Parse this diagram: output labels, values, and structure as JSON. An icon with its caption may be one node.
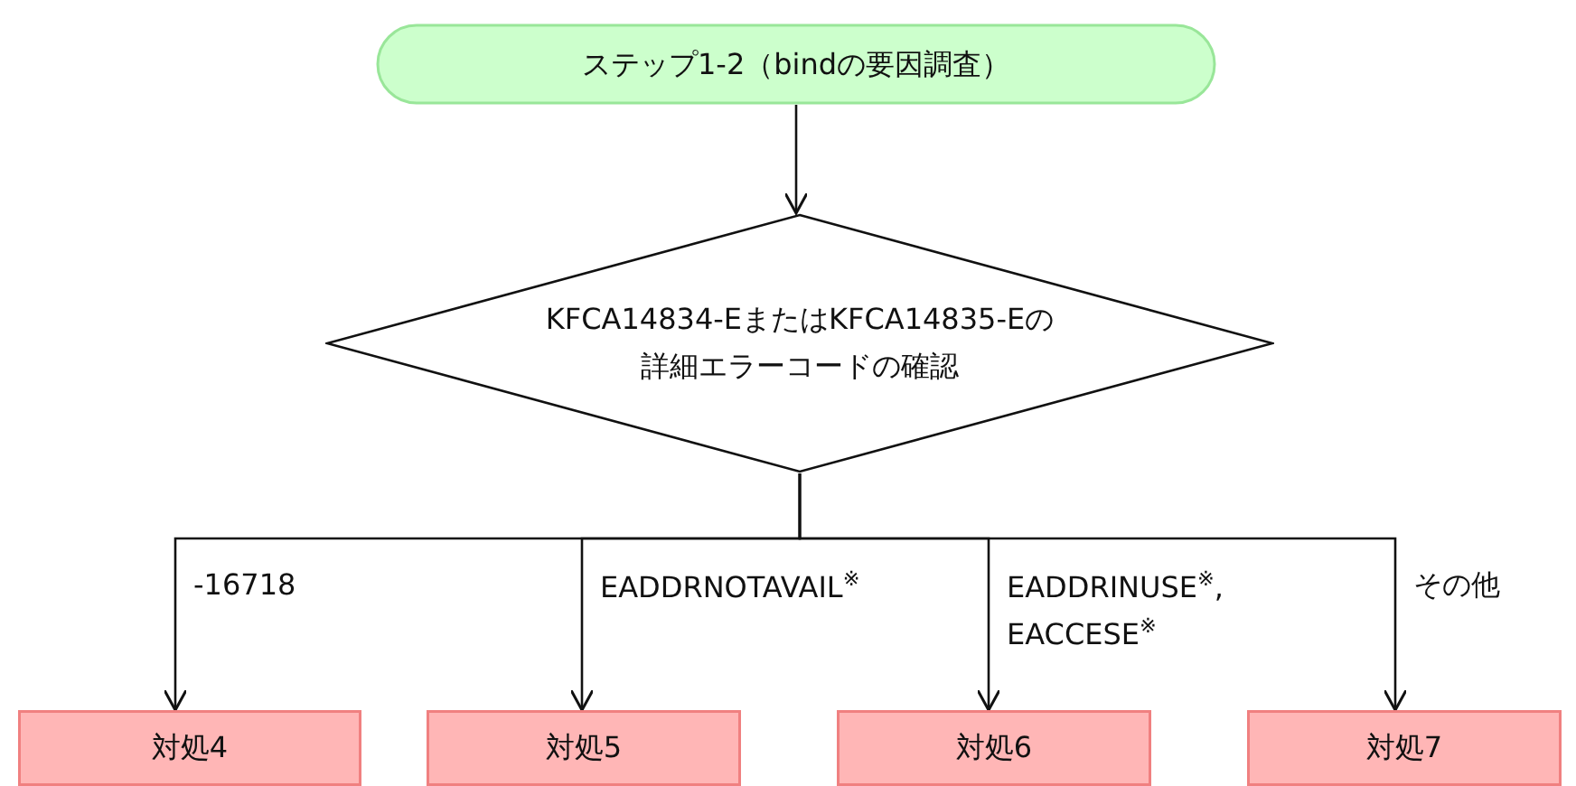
{
  "diagram": {
    "nodes": [
      {
        "text": [
          "ステップ1-2（bindの要因調査）"
        ]
      },
      {
        "text": [
          "KFCA14834-EまたはKFCA14835-Eの詳細エラーコードの確認"
        ]
      },
      {
        "text": [
          "対処4"
        ]
      },
      {
        "text": [
          "対処5"
        ]
      },
      {
        "text": [
          "対処6"
        ]
      },
      {
        "text": [
          "対処7"
        ]
      }
    ],
    "edges": [
      {
        "from": 0,
        "to": 1,
        "arrow": "to"
      },
      {
        "from": 1,
        "to": 2,
        "arrow": "to",
        "label": "-16718"
      },
      {
        "from": 1,
        "to": 3,
        "arrow": "to",
        "label": "EADDRNOTAVAIL$^{※}$"
      },
      {
        "from": 1,
        "to": 4,
        "arrow": "to",
        "label": "EADDRINUSE$^{※}$, EACCESE$^{※}$"
      },
      {
        "from": 1,
        "to": 5,
        "arrow": "to",
        "label": "その他"
      }
    ]
  }
}
